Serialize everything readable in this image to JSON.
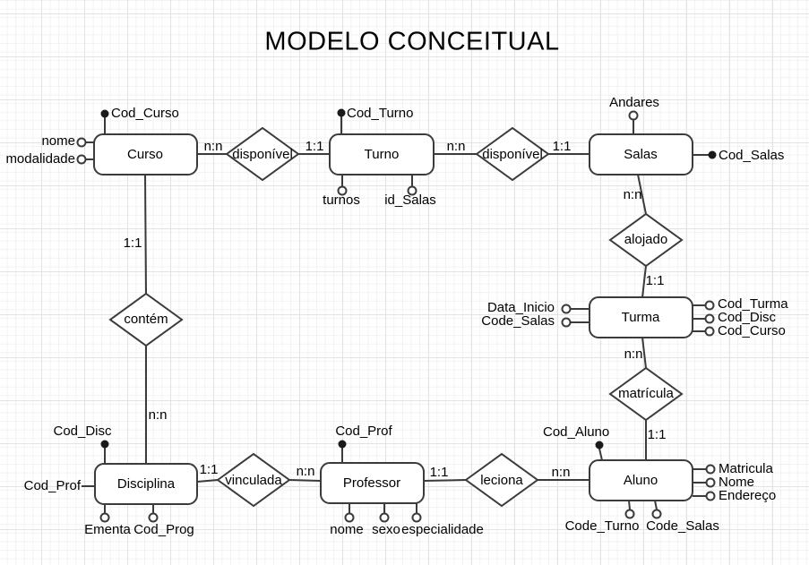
{
  "title": "MODELO CONCEITUAL",
  "colors": {
    "background": "#ffffff",
    "grid_minor": "#f2f2f2",
    "grid_major": "#e3e3e3",
    "shape_stroke": "#3b3b3b",
    "shape_fill": "#ffffff",
    "text": "#000000"
  },
  "model": {
    "entities": [
      {
        "name": "Curso",
        "attributes": [
          {
            "label": "Cod_Curso",
            "key": true
          },
          {
            "label": "nome",
            "key": false
          },
          {
            "label": "modalidade",
            "key": false
          }
        ]
      },
      {
        "name": "Turno",
        "attributes": [
          {
            "label": "Cod_Turno",
            "key": true
          },
          {
            "label": "turnos",
            "key": false
          },
          {
            "label": "id_Salas",
            "key": false
          }
        ]
      },
      {
        "name": "Salas",
        "attributes": [
          {
            "label": "Andares",
            "key": false
          },
          {
            "label": "Cod_Salas",
            "key": true
          }
        ]
      },
      {
        "name": "Turma",
        "attributes": [
          {
            "label": "Data_Inicio",
            "key": false
          },
          {
            "label": "Code_Salas",
            "key": false
          },
          {
            "label": "Cod_Turma",
            "key": false
          },
          {
            "label": "Cod_Disc",
            "key": false
          },
          {
            "label": "Cod_Curso",
            "key": false
          }
        ]
      },
      {
        "name": "Aluno",
        "attributes": [
          {
            "label": "Cod_Aluno",
            "key": true
          },
          {
            "label": "Matricula",
            "key": false
          },
          {
            "label": "Nome",
            "key": false
          },
          {
            "label": "Endereço",
            "key": false
          },
          {
            "label": "Code_Turno",
            "key": false
          },
          {
            "label": "Code_Salas",
            "key": false
          }
        ]
      },
      {
        "name": "Professor",
        "attributes": [
          {
            "label": "Cod_Prof",
            "key": true
          },
          {
            "label": "nome",
            "key": false
          },
          {
            "label": "sexo",
            "key": false
          },
          {
            "label": "especialidade",
            "key": false
          }
        ]
      },
      {
        "name": "Disciplina",
        "attributes": [
          {
            "label": "Cod_Disc",
            "key": true
          },
          {
            "label": "Cod_Prof",
            "key": false
          },
          {
            "label": "Ementa",
            "key": false
          },
          {
            "label": "Cod_Prog",
            "key": false
          }
        ]
      }
    ],
    "relationships": [
      {
        "name": "disponível",
        "between": [
          "Curso",
          "Turno"
        ],
        "cardinality": [
          "n:n",
          "1:1"
        ]
      },
      {
        "name": "disponível",
        "between": [
          "Turno",
          "Salas"
        ],
        "cardinality": [
          "n:n",
          "1:1"
        ]
      },
      {
        "name": "alojado",
        "between": [
          "Salas",
          "Turma"
        ],
        "cardinality": [
          "n:n",
          "1:1"
        ]
      },
      {
        "name": "matrícula",
        "between": [
          "Turma",
          "Aluno"
        ],
        "cardinality": [
          "n:n",
          "1:1"
        ]
      },
      {
        "name": "leciona",
        "between": [
          "Professor",
          "Aluno"
        ],
        "cardinality": [
          "1:1",
          "n:n"
        ]
      },
      {
        "name": "vinculada",
        "between": [
          "Disciplina",
          "Professor"
        ],
        "cardinality": [
          "1:1",
          "n:n"
        ]
      },
      {
        "name": "contém",
        "between": [
          "Curso",
          "Disciplina"
        ],
        "cardinality": [
          "1:1",
          "n:n"
        ]
      }
    ]
  }
}
